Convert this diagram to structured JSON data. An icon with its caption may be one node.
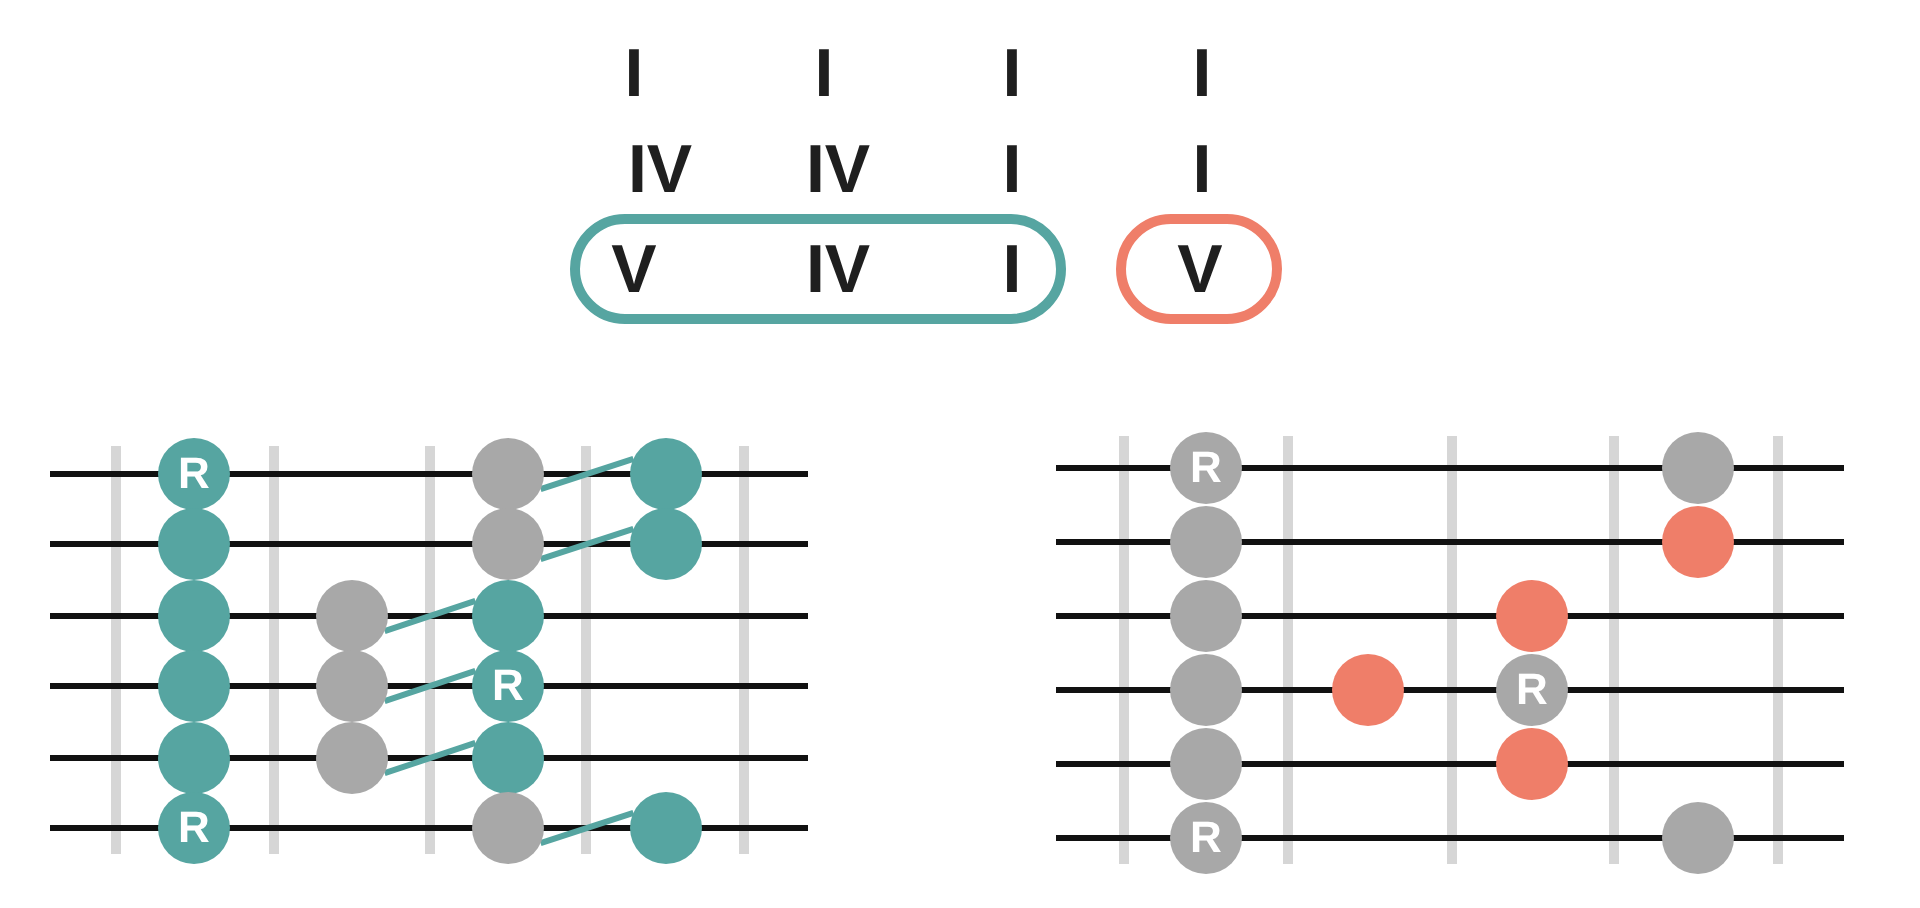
{
  "diagram": {
    "nodes": [
      {
        "text": [
          "V",
          "IV",
          "I"
        ]
      },
      {
        "text": [
          "V"
        ]
      },
      {
        "text": [
          "R"
        ]
      },
      {
        "text": [],
        "shape": "circle"
      },
      {
        "text": [],
        "shape": "circle"
      },
      {
        "text": [],
        "shape": "circle"
      },
      {
        "text": [],
        "shape": "circle"
      },
      {
        "text": [],
        "shape": "circle"
      },
      {
        "text": [],
        "shape": "circle"
      },
      {
        "text": [],
        "shape": "circle"
      },
      {
        "text": [],
        "shape": "circle"
      },
      {
        "text": [],
        "shape": "circle"
      },
      {
        "text": [],
        "shape": "circle"
      },
      {
        "text": [
          "R"
        ]
      },
      {
        "text": [],
        "shape": "circle"
      },
      {
        "text": [],
        "shape": "circle"
      },
      {
        "text": [],
        "shape": "circle"
      },
      {
        "text": [
          "R"
        ]
      },
      {
        "text": [],
        "shape": "circle"
      },
      {
        "text": [],
        "shape": "circle"
      },
      {
        "text": [
          "R"
        ]
      },
      {
        "text": [],
        "shape": "circle"
      },
      {
        "text": [],
        "shape": "circle"
      },
      {
        "text": [],
        "shape": "circle"
      },
      {
        "text": [],
        "shape": "circle"
      },
      {
        "text": [],
        "shape": "circle"
      },
      {
        "text": [],
        "shape": "circle"
      },
      {
        "text": [],
        "shape": "circle"
      },
      {
        "text": [
          "R"
        ]
      },
      {
        "text": [],
        "shape": "circle"
      },
      {
        "text": [],
        "shape": "circle"
      },
      {
        "text": [
          "R"
        ]
      },
      {
        "text": [],
        "shape": "circle"
      }
    ],
    "edges": [
      {
        "from": 3,
        "to": 4,
        "arrow": "none"
      },
      {
        "from": 6,
        "to": 7,
        "arrow": "none"
      },
      {
        "from": 9,
        "to": 10,
        "arrow": "none"
      },
      {
        "from": 12,
        "to": 13,
        "arrow": "none"
      },
      {
        "from": 15,
        "to": 16,
        "arrow": "none"
      },
      {
        "from": 18,
        "to": 19,
        "arrow": "none"
      }
    ],
    "labels": [
      "I",
      "I",
      "I",
      "I",
      "IV",
      "IV",
      "I",
      "I"
    ]
  }
}
